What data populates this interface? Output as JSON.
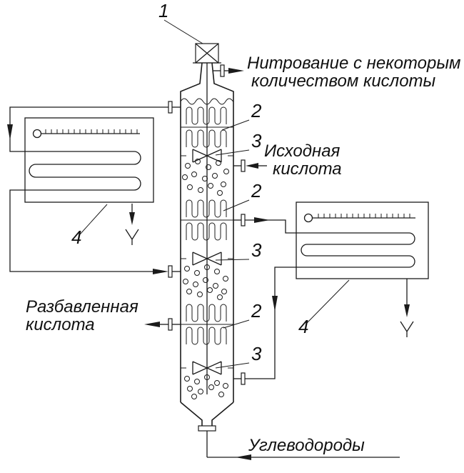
{
  "diagram": {
    "type": "process-flow-diagram",
    "background": "#ffffff",
    "line_color": "#1b1b1b",
    "callouts": {
      "motor_drive": "1",
      "packing_section": "2",
      "mixer": "3",
      "cooler": "4"
    },
    "labels": {
      "nitration_line1": "Нитрование с некоторым",
      "nitration_line2": "количеством кислоты",
      "feed_acid_line1": "Исходная",
      "feed_acid_line2": "кислота",
      "diluted_acid_line1": "Разбавленная",
      "diluted_acid_line2": "кислота",
      "hydrocarbons": "Углеводороды"
    }
  }
}
